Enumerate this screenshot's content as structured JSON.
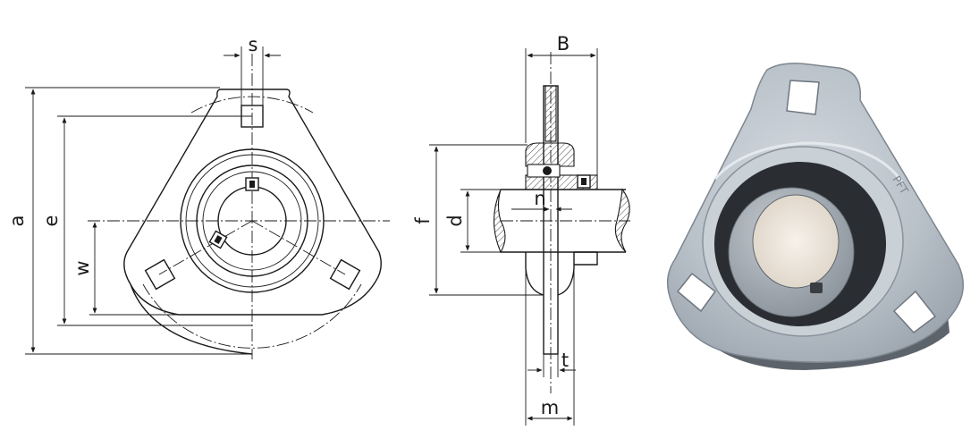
{
  "front_view": {
    "labels": {
      "a": "a",
      "e": "e",
      "w": "w",
      "s": "s"
    }
  },
  "side_view": {
    "labels": {
      "B": "B",
      "f": "f",
      "d": "d",
      "n": "n",
      "t": "t",
      "m": "m"
    }
  },
  "photo": {
    "engraving": "PFT",
    "colors": {
      "flange": "#b9c1c9",
      "insert_ring": "#2a2d31",
      "inner_ring": "#a3aab2",
      "bore": "#f2ece4"
    }
  }
}
